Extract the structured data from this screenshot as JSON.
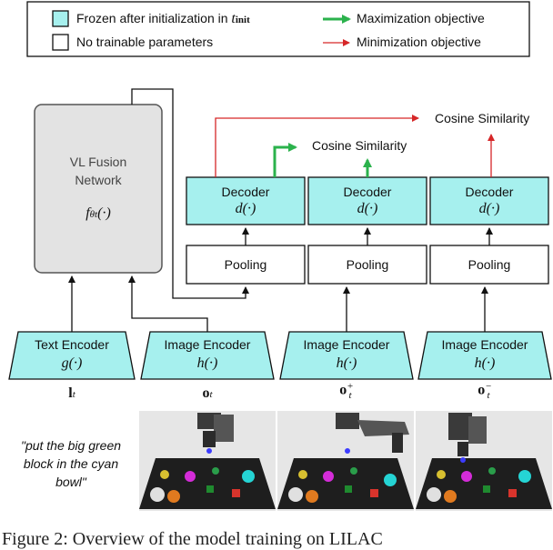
{
  "legend": {
    "frozen_label": "Frozen after initialization in",
    "frozen_symbol": "t",
    "frozen_symbol_sub": "init",
    "no_params_label": "No trainable parameters",
    "max_label": "Maximization objective",
    "min_label": "Minimization objective",
    "max_color": "#2bb24c",
    "min_color": "#d62728",
    "frozen_color": "#a6f0ee"
  },
  "fusion": {
    "title_line1": "VL Fusion",
    "title_line2": "Network",
    "symbol": "f",
    "symbol_sub": "θt",
    "symbol_args": "(·)"
  },
  "decoders": [
    {
      "label": "Decoder",
      "symbol": "d(·)"
    },
    {
      "label": "Decoder",
      "symbol": "d(·)"
    },
    {
      "label": "Decoder",
      "symbol": "d(·)"
    }
  ],
  "pooling": [
    "Pooling",
    "Pooling",
    "Pooling"
  ],
  "cosine": [
    "Cosine Similarity",
    "Cosine Similarity"
  ],
  "encoders": [
    {
      "label": "Text Encoder",
      "symbol": "g(·)",
      "input": "l",
      "input_sub": "t",
      "input_sup": ""
    },
    {
      "label": "Image Encoder",
      "symbol": "h(·)",
      "input": "o",
      "input_sub": "t",
      "input_sup": ""
    },
    {
      "label": "Image Encoder",
      "symbol": "h(·)",
      "input": "o",
      "input_sub": "t",
      "input_sup": "+"
    },
    {
      "label": "Image Encoder",
      "symbol": "h(·)",
      "input": "o",
      "input_sub": "t",
      "input_sup": "−"
    }
  ],
  "instruction": "\"put the big green block in the cyan bowl\"",
  "caption": "Figure 2: Overview of the model training on LILAC"
}
